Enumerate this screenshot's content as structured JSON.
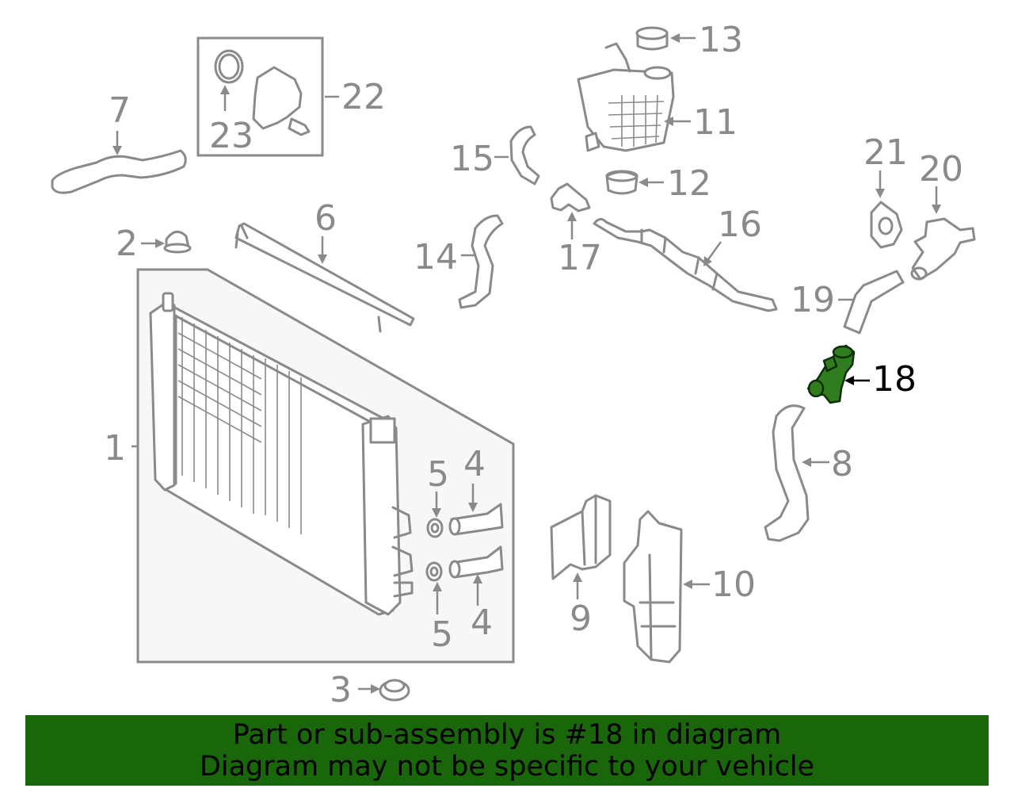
{
  "diagram": {
    "highlight_part": "18",
    "highlight_color": "#2f7d1e",
    "line_color": "#8a8a8a",
    "callouts": {
      "c1": "1",
      "c2": "2",
      "c3": "3",
      "c4a": "4",
      "c4b": "4",
      "c5a": "5",
      "c5b": "5",
      "c6": "6",
      "c7": "7",
      "c8": "8",
      "c9": "9",
      "c10": "10",
      "c11": "11",
      "c12": "12",
      "c13": "13",
      "c14": "14",
      "c15": "15",
      "c16": "16",
      "c17": "17",
      "c18": "18",
      "c19": "19",
      "c20": "20",
      "c21": "21",
      "c22": "22",
      "c23": "23"
    }
  },
  "banner": {
    "background": "#1a660a",
    "line1": "Part or sub-assembly is #18 in diagram",
    "line2": "Diagram may not be specific to your vehicle"
  }
}
